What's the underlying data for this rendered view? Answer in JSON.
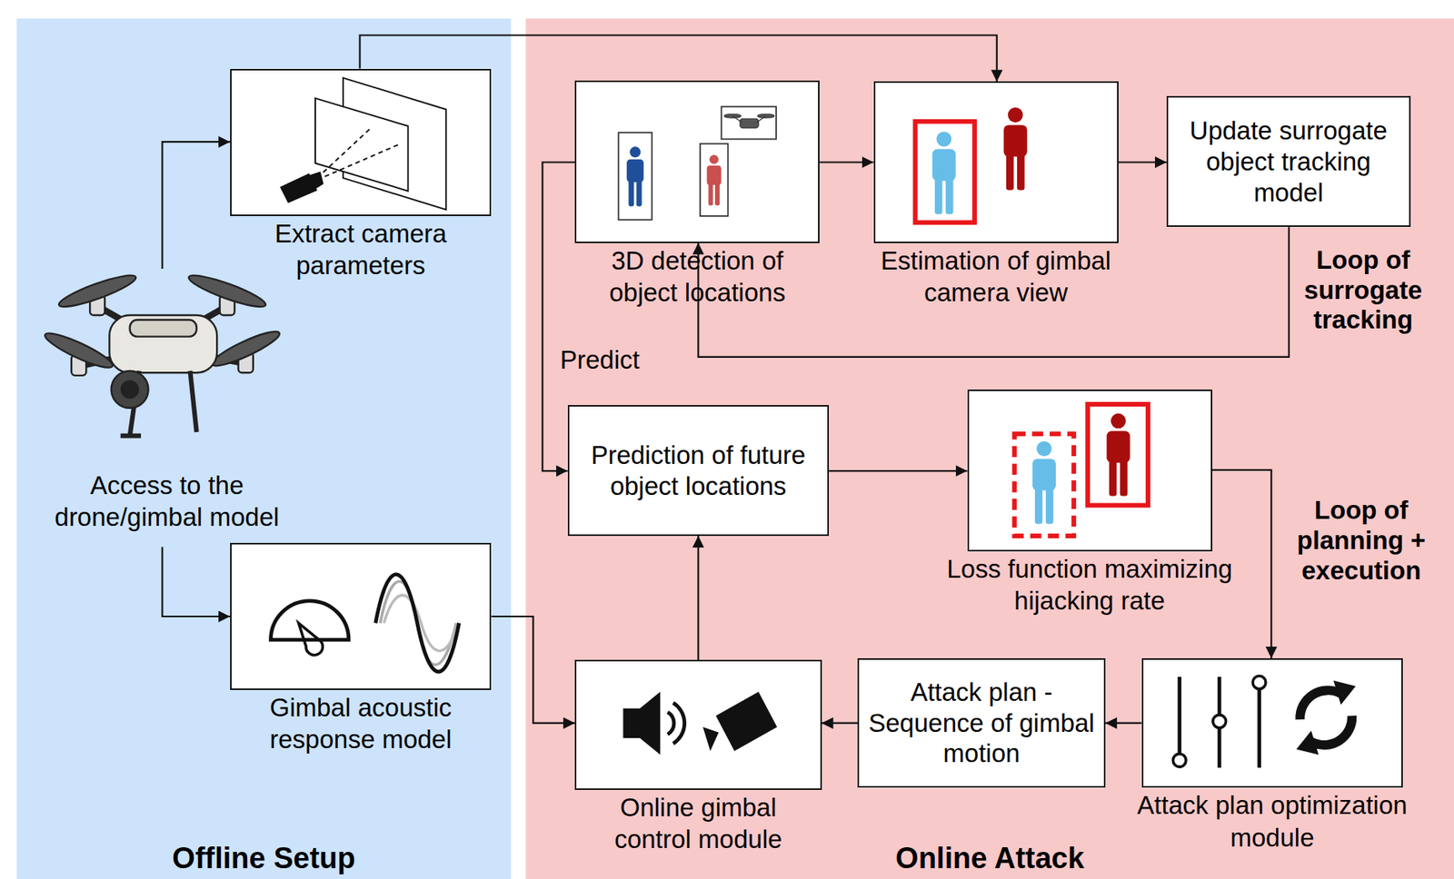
{
  "diagram": {
    "nodes": [
      {
        "text": [
          "Offline Setup"
        ]
      },
      {
        "text": [
          "Online Attack"
        ]
      },
      {
        "text": [
          "Extract camera parameters"
        ],
        "in": 0
      },
      {
        "text": [
          "Access to the drone/gimbal model"
        ],
        "in": 0
      },
      {
        "text": [
          "Gimbal acoustic response model"
        ],
        "in": 0
      },
      {
        "text": [
          "3D detection of object locations"
        ],
        "in": 1
      },
      {
        "text": [
          "Estimation of gimbal camera view"
        ],
        "in": 1
      },
      {
        "text": [
          "Update surrogate object tracking model"
        ],
        "in": 1
      },
      {
        "text": [
          "Prediction of future object locations"
        ],
        "in": 1
      },
      {
        "text": [
          "Loss function maximizing hijacking rate"
        ],
        "in": 1
      },
      {
        "text": [
          "Attack plan optimization module"
        ],
        "in": 1
      },
      {
        "text": [
          "Attack plan - Sequence of gimbal motion"
        ],
        "in": 1
      },
      {
        "text": [
          "Online gimbal control module"
        ],
        "in": 1
      }
    ],
    "edges": [
      {
        "from": 3,
        "to": 2,
        "arrow": "to"
      },
      {
        "from": 3,
        "to": 4,
        "arrow": "to"
      },
      {
        "from": 2,
        "to": 6,
        "arrow": "to"
      },
      {
        "from": 5,
        "to": 6,
        "arrow": "to"
      },
      {
        "from": 6,
        "to": 7,
        "arrow": "to"
      },
      {
        "from": 7,
        "to": 5,
        "arrow": "to"
      },
      {
        "from": 5,
        "to": 8,
        "label": "Predict",
        "arrow": "to"
      },
      {
        "from": 8,
        "to": 9,
        "arrow": "to"
      },
      {
        "from": 9,
        "to": 10,
        "arrow": "to"
      },
      {
        "from": 10,
        "to": 11,
        "arrow": "to"
      },
      {
        "from": 11,
        "to": 12,
        "arrow": "to"
      },
      {
        "from": 12,
        "to": 8,
        "arrow": "to"
      },
      {
        "from": 4,
        "to": 12,
        "arrow": "to"
      }
    ],
    "labels": [
      "Loop of surrogate tracking",
      "Loop of planning + execution"
    ]
  }
}
